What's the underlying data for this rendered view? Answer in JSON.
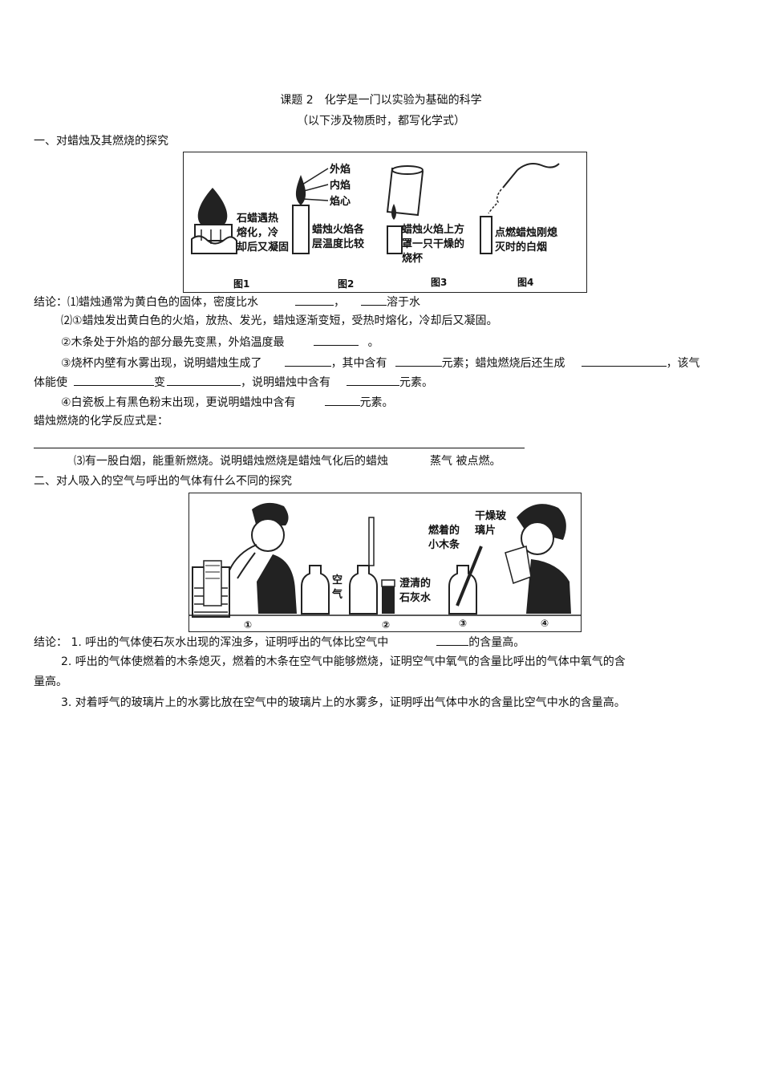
{
  "title": "课题 2　化学是一门以实验为基础的科学",
  "subtitle": "（以下涉及物质时，都写化学式）",
  "section1": {
    "heading": "一、对蜡烛及其燃烧的探究",
    "fig_labels": {
      "outer_flame": "外焰",
      "inner_flame": "内焰",
      "flame_core": "焰心",
      "fig1_text_1": "石蜡遇热",
      "fig1_text_2": "熔化，冷",
      "fig1_text_3": "却后又凝固",
      "fig2_text_1": "蜡烛火焰各",
      "fig2_text_2": "层温度比较",
      "fig3_text_1": "蜡烛火焰上方",
      "fig3_text_2": "罩一只干燥的",
      "fig3_text_3": "烧杯",
      "fig4_text_1": "点燃蜡烛刚熄",
      "fig4_text_2": "灭时的白烟",
      "cap1": "图1",
      "cap2": "图2",
      "cap3": "图3",
      "cap4": "图4"
    },
    "c1_a": "结论：⑴蜡烛通常为黄白色的固体，密度比水",
    "c1_b": "，",
    "c1_c": "溶于水",
    "c2": "⑵①蜡烛发出黄白色的火焰，放热、发光，蜡烛逐渐变短，受热时熔化，冷却后又凝固。",
    "c3_a": "②木条处于外焰的部分最先变黑，外焰温度最",
    "c3_b": "。",
    "c4_a": "③烧杯内壁有水雾出现，说明蜡烛生成了",
    "c4_b": "，其中含有",
    "c4_c": "元素；蜡烛燃烧后还生成",
    "c4_d": "，该气",
    "c5_a": "体能使",
    "c5_b": "变",
    "c5_c": "，说明蜡烛中含有",
    "c5_d": "元素。",
    "c6_a": "④白瓷板上有黑色粉末出现，更说明蜡烛中含有",
    "c6_b": "元素。",
    "equation_label": "蜡烛燃烧的化学反应式是：",
    "c7_a": "⑶有一股白烟，能重新燃烧。说明蜡烛燃烧是蜡烛气化后的蜡烛",
    "c7_b": "蒸气 被点燃。"
  },
  "section2": {
    "heading": "二、对人吸入的空气与呼出的气体有什么不同的探究",
    "fig_labels": {
      "air_1": "空",
      "air_2": "气",
      "lime_1": "澄清的",
      "lime_2": "石灰水",
      "stick_1": "燃着的",
      "stick_2": "小木条",
      "glass_1": "干燥玻",
      "glass_2": "璃片",
      "n1": "①",
      "n2": "②",
      "n3": "③",
      "n4": "④"
    },
    "d1_a": "结论：  1.  呼出的气体使石灰水出现的浑浊多，证明呼出的气体比空气中",
    "d1_b": "的含量高。",
    "d2_a": "2.  呼出的气体使燃着的木条熄灭，燃着的木条在空气中能够燃烧，证明空气中氧气的含量比呼出的气体中氧气的含",
    "d2_b": "量高。",
    "d3": "3.  对着呼气的玻璃片上的水雾比放在空气中的玻璃片上的水雾多，证明呼出气体中水的含量比空气中水的含量高。"
  }
}
